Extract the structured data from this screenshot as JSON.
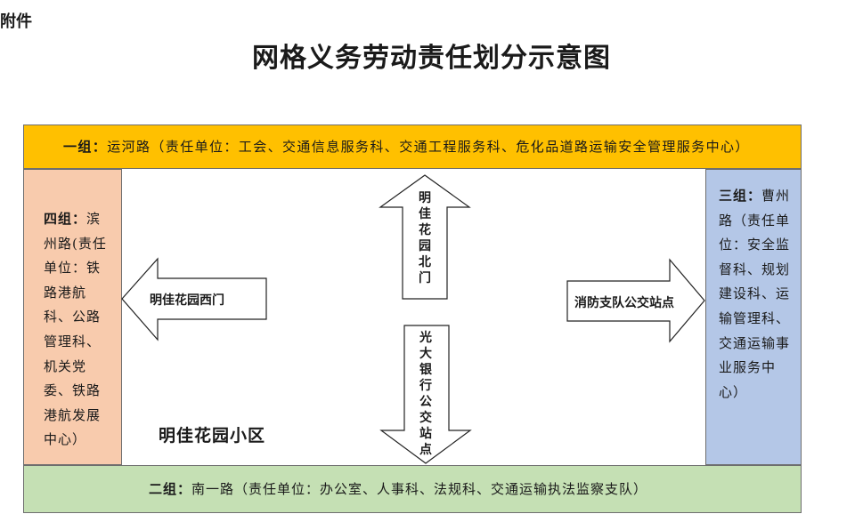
{
  "header": {
    "annex": "附件",
    "title": "网格义务劳动责任划分示意图"
  },
  "groups": {
    "north": {
      "label": "一组：",
      "text": "运河路（责任单位：工会、交通信息服务科、交通工程服务科、危化品道路运输安全管理服务中心）"
    },
    "south": {
      "label": "二组：",
      "text": "南一路（责任单位：办公室、人事科、法规科、交通运输执法监察支队）"
    },
    "east": {
      "label": "三组：",
      "text": "曹州路（责任单位：安全监督科、规划建设科、运输管理科、交通运输事业服务中心）"
    },
    "west": {
      "label": "四组：",
      "text": "滨州路(责任单位：铁路港航科、公路管理科、机关党委、铁路港航发展中心）"
    }
  },
  "arrows": {
    "north": "明佳花园北门",
    "south": "光大银行公交站点",
    "west": "明佳花园西门",
    "east": "消防支队公交站点"
  },
  "area_name": "明佳花园小区",
  "colors": {
    "north_band": "#ffc000",
    "south_band": "#c5e0b4",
    "east_band": "#b4c7e7",
    "west_band": "#f8cbad"
  }
}
